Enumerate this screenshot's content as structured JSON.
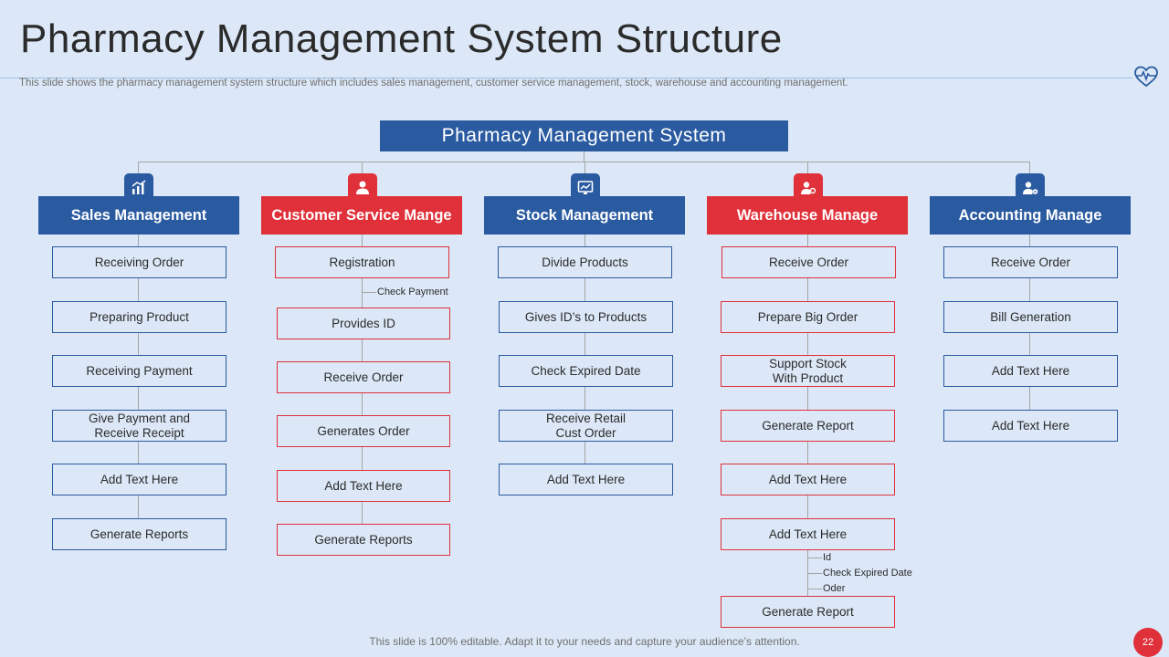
{
  "title": "Pharmacy Management System Structure",
  "subtitle": "This slide shows the pharmacy management system structure which includes sales management, customer service management, stock, warehouse and accounting management.",
  "root": "Pharmacy Management System",
  "columns": [
    {
      "heading": "Sales Management",
      "icon": "chart-icon",
      "items": [
        "Receiving  Order",
        "Preparing Product",
        "Receiving  Payment",
        "Give Payment and\nReceive Receipt",
        "Add Text Here",
        "Generate Reports"
      ]
    },
    {
      "heading": "Customer Service Mange",
      "icon": "user-service-icon",
      "annotation": "Check Payment",
      "items": [
        "Registration",
        "Provides  ID",
        "Receive  Order",
        "Generates Order",
        "Add Text Here",
        "Generate Reports"
      ]
    },
    {
      "heading": "Stock Management",
      "icon": "monitor-chart-icon",
      "items": [
        "Divide  Products",
        "Gives  ID’s to Products",
        "Check Expired Date",
        "Receive  Retail\nCust Order",
        "Add Text Here"
      ]
    },
    {
      "heading": "Warehouse Manage",
      "icon": "user-gear-icon",
      "annotations": [
        "Id",
        "Check Expired Date",
        "Oder"
      ],
      "items": [
        "Receive  Order",
        "Prepare  Big Order",
        "Support Stock\nWith Product",
        "Generate  Report",
        "Add Text Here",
        "Add Text Here",
        "Generate  Report"
      ]
    },
    {
      "heading": "Accounting Manage",
      "icon": "user-settings-icon",
      "items": [
        "Receive  Order",
        "Bill Generation",
        "Add Text Here",
        "Add Text Here"
      ]
    }
  ],
  "footer": "This slide is 100% editable. Adapt it to your needs and capture your audience’s attention.",
  "page_number": "22",
  "colors": {
    "blue": "#2a5aa0",
    "red": "#e0303a",
    "background": "#dce8f7"
  }
}
